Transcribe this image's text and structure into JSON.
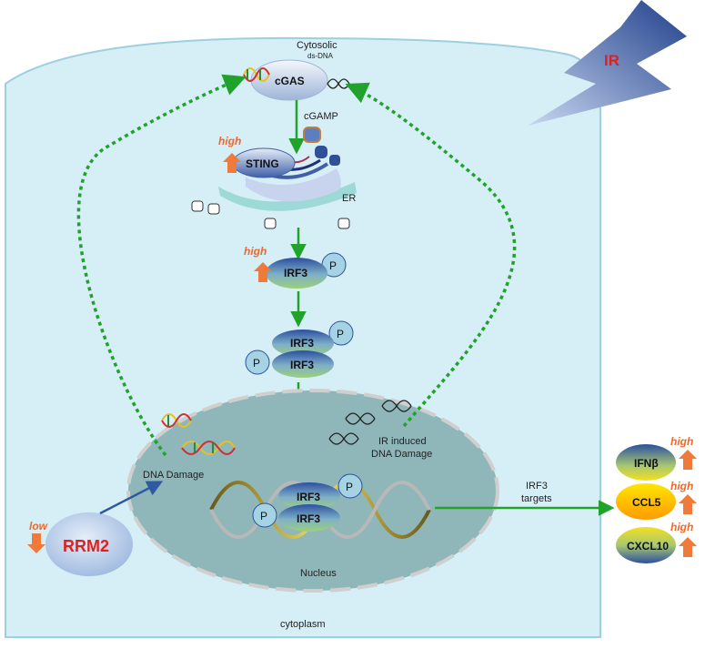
{
  "labels": {
    "cytosolic": "Cytosolic",
    "ds_dna": "ds-DNA",
    "cgas": "cGAS",
    "cgamp": "cGAMP",
    "sting": "STING",
    "er": "ER",
    "irf3": "IRF3",
    "p": "P",
    "ir": "IR",
    "ir_induced_line1": "IR induced",
    "ir_induced_line2": "DNA Damage",
    "dna_damage": "DNA Damage",
    "irf3_targets_line1": "IRF3",
    "irf3_targets_line2": "targets",
    "nucleus": "Nucleus",
    "cytoplasm": "cytoplasm",
    "rrm2": "RRM2",
    "low": "low",
    "high": "high",
    "ifnb": "IFNβ",
    "ccl5": "CCL5",
    "cxcl10": "CXCL10"
  },
  "colors": {
    "cell": "#d6eef6",
    "cell_stroke": "#9ccfe0",
    "nucleus": "#8fb7b9",
    "arrow_green": "#21a32b",
    "arrow_blue": "#2d5aa0",
    "up_arrow": "#f07a3a",
    "high_text": "#ec6a2c",
    "ir_text": "#e02020",
    "rrm2_text": "#e02020"
  }
}
